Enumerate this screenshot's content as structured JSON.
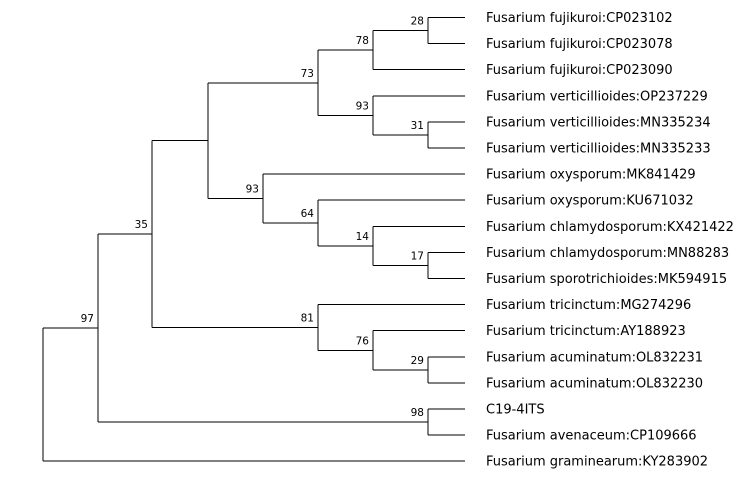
{
  "tree": {
    "taxa": [
      {
        "id": "t1",
        "label": "Fusarium fujikuroi:CP023102"
      },
      {
        "id": "t2",
        "label": "Fusarium fujikuroi:CP023078"
      },
      {
        "id": "t3",
        "label": "Fusarium fujikuroi:CP023090"
      },
      {
        "id": "t4",
        "label": "Fusarium verticillioides:OP237229"
      },
      {
        "id": "t5",
        "label": "Fusarium verticillioides:MN335234"
      },
      {
        "id": "t6",
        "label": "Fusarium verticillioides:MN335233"
      },
      {
        "id": "t7",
        "label": "Fusarium oxysporum:MK841429"
      },
      {
        "id": "t8",
        "label": "Fusarium oxysporum:KU671032"
      },
      {
        "id": "t9",
        "label": "Fusarium chlamydosporum:KX421422"
      },
      {
        "id": "t10",
        "label": "Fusarium chlamydosporum:MN88283"
      },
      {
        "id": "t11",
        "label": "Fusarium sporotrichioides:MK594915"
      },
      {
        "id": "t12",
        "label": "Fusarium tricinctum:MG274296"
      },
      {
        "id": "t13",
        "label": "Fusarium tricinctum:AY188923"
      },
      {
        "id": "t14",
        "label": "Fusarium acuminatum:OL832231"
      },
      {
        "id": "t15",
        "label": "Fusarium acuminatum:OL832230"
      },
      {
        "id": "t16",
        "label": "C19-4ITS"
      },
      {
        "id": "t17",
        "label": "Fusarium avenaceum:CP109666"
      },
      {
        "id": "t18",
        "label": "Fusarium graminearum:KY283902"
      }
    ],
    "clades": [
      {
        "id": "n28",
        "children": [
          "t1",
          "t2"
        ],
        "support": "28"
      },
      {
        "id": "n78",
        "children": [
          "n28",
          "t3"
        ],
        "support": "78"
      },
      {
        "id": "n31",
        "children": [
          "t5",
          "t6"
        ],
        "support": "31"
      },
      {
        "id": "n93a",
        "children": [
          "t4",
          "n31"
        ],
        "support": "93"
      },
      {
        "id": "n73",
        "children": [
          "n78",
          "n93a"
        ],
        "support": "73"
      },
      {
        "id": "n17",
        "children": [
          "t10",
          "t11"
        ],
        "support": "17"
      },
      {
        "id": "n14",
        "children": [
          "t9",
          "n17"
        ],
        "support": "14"
      },
      {
        "id": "n64",
        "children": [
          "t8",
          "n14"
        ],
        "support": "64"
      },
      {
        "id": "n93b",
        "children": [
          "t7",
          "n64"
        ],
        "support": "93"
      },
      {
        "id": "nA",
        "children": [
          "n73",
          "n93b"
        ],
        "support": ""
      },
      {
        "id": "n29",
        "children": [
          "t14",
          "t15"
        ],
        "support": "29"
      },
      {
        "id": "n76",
        "children": [
          "t13",
          "n29"
        ],
        "support": "76"
      },
      {
        "id": "n81",
        "children": [
          "t12",
          "n76"
        ],
        "support": "81"
      },
      {
        "id": "n35",
        "children": [
          "nA",
          "n81"
        ],
        "support": "35"
      },
      {
        "id": "n98",
        "children": [
          "t16",
          "t17"
        ],
        "support": "98"
      },
      {
        "id": "n97",
        "children": [
          "n35",
          "n98"
        ],
        "support": "97"
      },
      {
        "id": "root",
        "children": [
          "n97",
          "t18"
        ],
        "support": ""
      }
    ]
  }
}
